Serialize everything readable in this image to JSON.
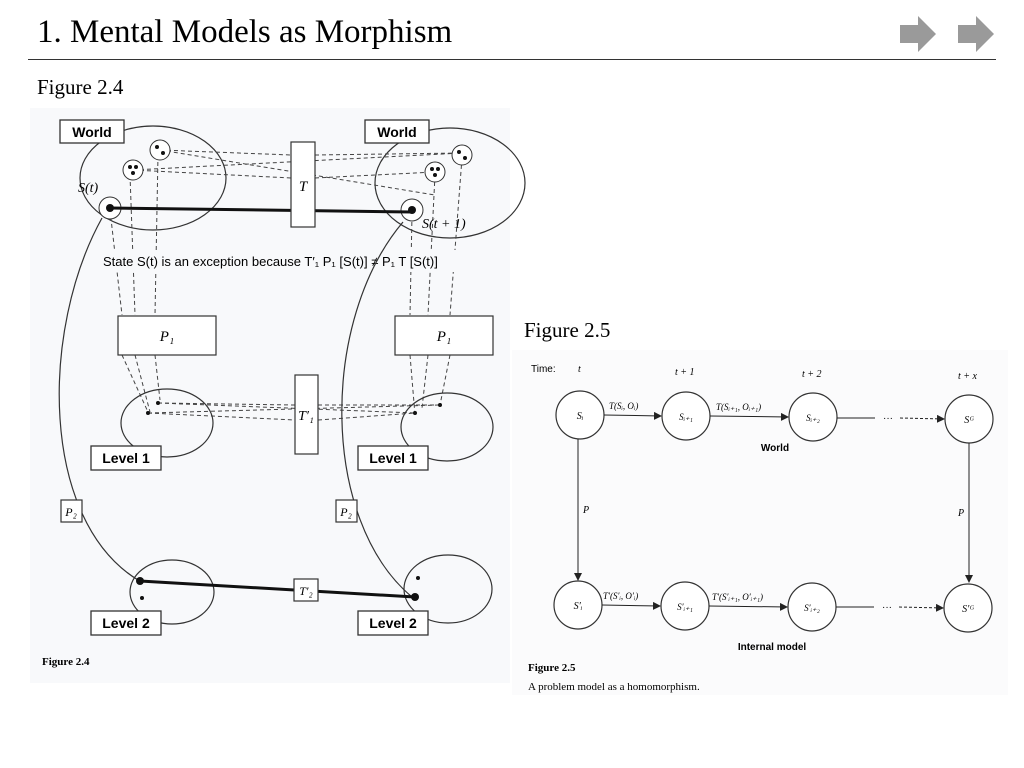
{
  "title": "1. Mental Models as Morphism",
  "nav": {
    "prev_icon": "arrow-right-icon",
    "next_icon": "arrow-right-icon"
  },
  "figure_2_4": {
    "caption": "Figure 2.4",
    "world_left": "World",
    "world_right": "World",
    "state_left": "S(t)",
    "state_right": "S(t + 1)",
    "transform_T": "T",
    "exception_text": "State S(t) is an exception because T′₁ P₁ [S(t)] ≠ P₁ T [S(t)]",
    "p1_left": "P₁",
    "p1_right": "P₁",
    "transform_T1": "T′₁",
    "level1_left": "Level 1",
    "level1_right": "Level 1",
    "p2_left": "P₂",
    "p2_right": "P₂",
    "transform_T2": "T′₂",
    "level2_left": "Level 2",
    "level2_right": "Level 2",
    "figure_label": "Figure 2.4"
  },
  "figure_2_5": {
    "caption": "Figure 2.5",
    "time_label": "Time:",
    "times": [
      "t",
      "t + 1",
      "t + 2",
      "t + x"
    ],
    "world_nodes": [
      "Sᵢ",
      "Sᵢ₊₁",
      "Sᵢ₊₂",
      "Sᴳ"
    ],
    "world_edges": [
      "T(Sᵢ, Oᵢ)",
      "T(Sᵢ₊₁, Oᵢ₊₁)"
    ],
    "world_label": "World",
    "ellipsis": "···",
    "p_left": "P",
    "p_right": "P",
    "model_nodes": [
      "S′ᵢ",
      "S′ᵢ₊₁",
      "S′ᵢ₊₂",
      "S′ᴳ"
    ],
    "model_edges": [
      "T′(S′ᵢ, O′ᵢ)",
      "T′(S′ᵢ₊₁, O′ᵢ₊₁)"
    ],
    "model_label": "Internal model",
    "figure_label": "Figure 2.5",
    "description": "A problem model as a homomorphism."
  }
}
